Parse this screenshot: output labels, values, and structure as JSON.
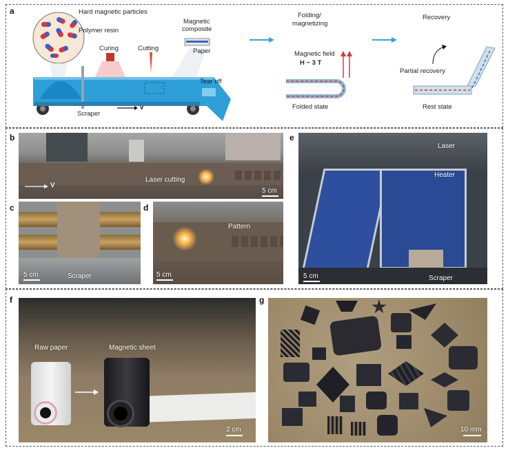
{
  "panels": {
    "a": {
      "label": "a",
      "particles_label": "Hard magnetic particles",
      "resin_label": "Polymer resin",
      "curing_label": "Curing",
      "cutting_label": "Cutting",
      "composite_label_1": "Magnetic",
      "composite_label_2": "composite",
      "paper_label": "Paper",
      "tear_label": "Tear off",
      "scraper_label": "Scraper",
      "velocity_label": "v",
      "folding_label_1": "Folding/",
      "folding_label_2": "magnetizing",
      "field_label": "Magnetic field",
      "field_value": "H ~ 3 T",
      "folded_label": "Folded state",
      "recovery_label": "Recovery",
      "partial_label": "Partial recovery",
      "rest_label": "Rest state"
    },
    "b": {
      "label": "b",
      "laser_cutting": "Laser cutting",
      "velocity": "V",
      "scale": "5 cm"
    },
    "c": {
      "label": "c",
      "scraper": "Scraper",
      "scale": "5 cm"
    },
    "d": {
      "label": "d",
      "pattern": "Pattern",
      "scale": "5 cm"
    },
    "e": {
      "label": "e",
      "laser": "Laser",
      "heater": "Heater",
      "scraper": "Scraper",
      "scale": "5 cm"
    },
    "f": {
      "label": "f",
      "raw_paper": "Raw paper",
      "magnetic_sheet": "Magnetic sheet",
      "scale": "2 cm"
    },
    "g": {
      "label": "g",
      "scale": "10 mm"
    }
  },
  "colors": {
    "belt": "#2e9fd8",
    "particle_red": "#d8363a",
    "particle_blue": "#3a5fc8",
    "arrow": "#3aa0d6",
    "field_arrow": "#d8363a"
  }
}
